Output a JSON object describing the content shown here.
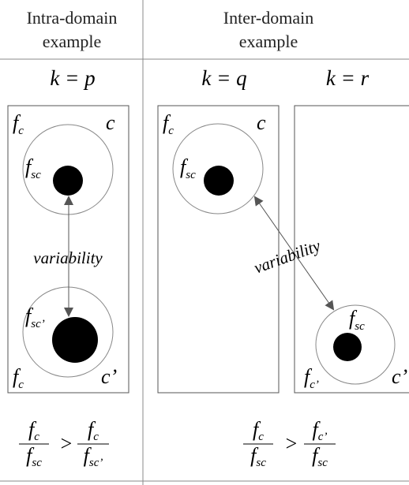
{
  "headers": {
    "intra_line1": "Intra-domain",
    "intra_line2": "example",
    "inter_line1": "Inter-domain",
    "inter_line2": "example"
  },
  "k_labels": {
    "p": "k = p",
    "q": "k = q",
    "r": "k = r"
  },
  "labels": {
    "f": "f",
    "sub_c": "c",
    "sub_c_prime": "c’",
    "sub_sc": "sc",
    "sub_sc_prime": "sc’",
    "c": "c",
    "c_prime": "c’",
    "variability": "variability"
  },
  "formulas": {
    "gt": ">"
  },
  "colors": {
    "line": "#888888",
    "dark_line": "#555555",
    "dot": "#000000",
    "arrow": "#555555"
  }
}
